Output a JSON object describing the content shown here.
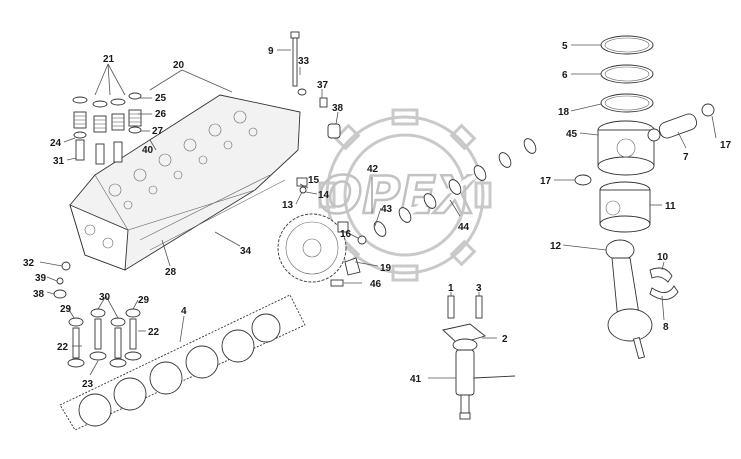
{
  "watermark": {
    "text": "OPEX"
  },
  "labels": [
    {
      "id": "9",
      "text": "9"
    },
    {
      "id": "33",
      "text": "33"
    },
    {
      "id": "37",
      "text": "37"
    },
    {
      "id": "38a",
      "text": "38"
    },
    {
      "id": "20",
      "text": "20"
    },
    {
      "id": "21",
      "text": "21"
    },
    {
      "id": "25",
      "text": "25"
    },
    {
      "id": "26",
      "text": "26"
    },
    {
      "id": "24",
      "text": "24"
    },
    {
      "id": "27",
      "text": "27"
    },
    {
      "id": "40",
      "text": "40"
    },
    {
      "id": "31",
      "text": "31"
    },
    {
      "id": "15",
      "text": "15"
    },
    {
      "id": "13",
      "text": "13"
    },
    {
      "id": "14",
      "text": "14"
    },
    {
      "id": "42",
      "text": "42"
    },
    {
      "id": "43",
      "text": "43"
    },
    {
      "id": "16",
      "text": "16"
    },
    {
      "id": "44",
      "text": "44"
    },
    {
      "id": "19",
      "text": "19"
    },
    {
      "id": "34",
      "text": "34"
    },
    {
      "id": "28",
      "text": "28"
    },
    {
      "id": "32",
      "text": "32"
    },
    {
      "id": "39",
      "text": "39"
    },
    {
      "id": "38b",
      "text": "38"
    },
    {
      "id": "29a",
      "text": "29"
    },
    {
      "id": "30",
      "text": "30"
    },
    {
      "id": "29b",
      "text": "29"
    },
    {
      "id": "22a",
      "text": "22"
    },
    {
      "id": "22b",
      "text": "22"
    },
    {
      "id": "23",
      "text": "23"
    },
    {
      "id": "4",
      "text": "4"
    },
    {
      "id": "46",
      "text": "46"
    },
    {
      "id": "1",
      "text": "1"
    },
    {
      "id": "3",
      "text": "3"
    },
    {
      "id": "2",
      "text": "2"
    },
    {
      "id": "41",
      "text": "41"
    },
    {
      "id": "5",
      "text": "5"
    },
    {
      "id": "6",
      "text": "6"
    },
    {
      "id": "18",
      "text": "18"
    },
    {
      "id": "45",
      "text": "45"
    },
    {
      "id": "7",
      "text": "7"
    },
    {
      "id": "17a",
      "text": "17"
    },
    {
      "id": "17b",
      "text": "17"
    },
    {
      "id": "11",
      "text": "11"
    },
    {
      "id": "12",
      "text": "12"
    },
    {
      "id": "10",
      "text": "10"
    },
    {
      "id": "8",
      "text": "8"
    }
  ]
}
